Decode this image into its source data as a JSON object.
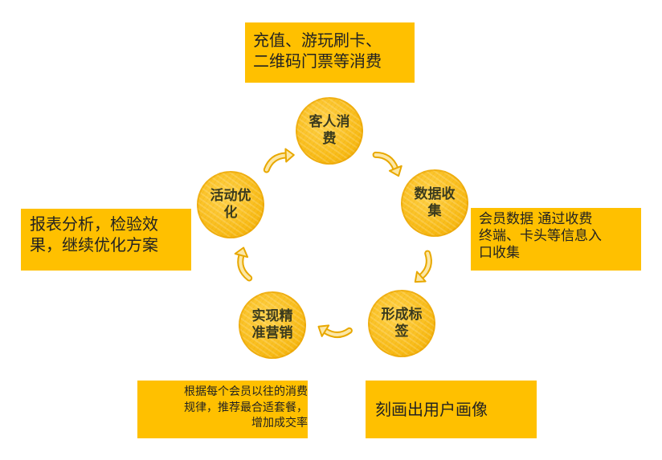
{
  "colors": {
    "note_fill": "#ffc000",
    "circle_fill": "#f8ba14",
    "arrow_fill": "#fce7a6",
    "arrow_stroke": "#e8a800"
  },
  "nodes": [
    {
      "id": "consume",
      "label": "客人消\n费"
    },
    {
      "id": "collect",
      "label": "数据收\n集"
    },
    {
      "id": "tag",
      "label": "形成标\n签"
    },
    {
      "id": "market",
      "label": "实现精\n准营销"
    },
    {
      "id": "optimize",
      "label": "活动优\n化"
    }
  ],
  "edges": [
    {
      "from": "consume",
      "to": "collect"
    },
    {
      "from": "collect",
      "to": "tag"
    },
    {
      "from": "tag",
      "to": "market"
    },
    {
      "from": "market",
      "to": "optimize"
    },
    {
      "from": "optimize",
      "to": "consume"
    }
  ],
  "notes": {
    "consume": "充值、游玩刷卡、\n二维码门票等消费",
    "collect": "会员数据 通过收费\n终端、卡头等信息入\n口收集",
    "tag": "刻画出用户画像",
    "market": "根据每个会员以往的消费\n规律，推荐最合适套餐，\n增加成交率",
    "optimize": "报表分析，检验效\n果，继续优化方案"
  }
}
